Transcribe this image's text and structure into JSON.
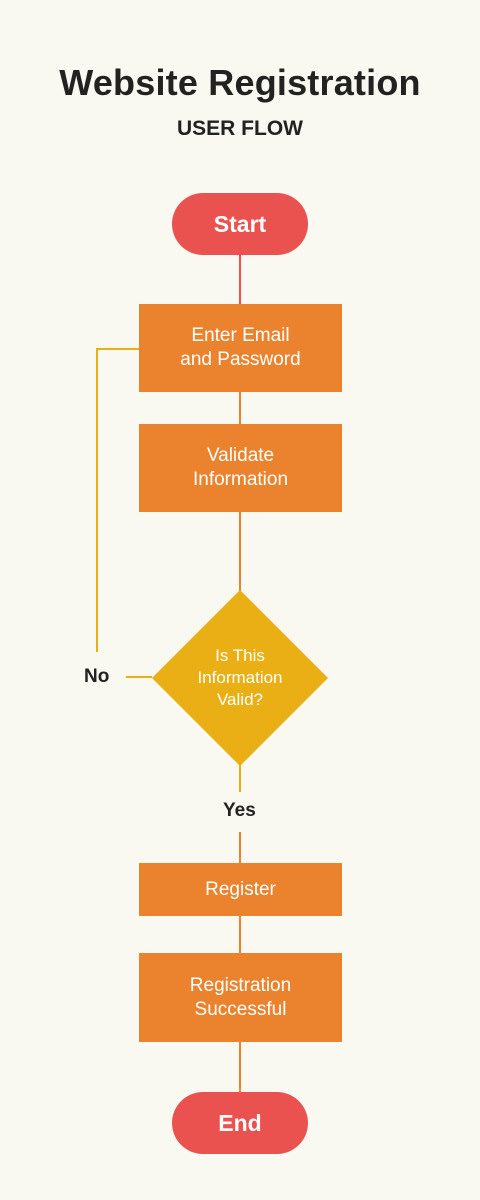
{
  "header": {
    "title": "Website Registration",
    "subtitle": "USER FLOW"
  },
  "flow": {
    "start": "Start",
    "enter_credentials": "Enter Email\nand Password",
    "validate": "Validate\nInformation",
    "decision": "Is This\nInformation\nValid?",
    "no_label": "No",
    "yes_label": "Yes",
    "register": "Register",
    "success": "Registration\nSuccessful",
    "end": "End"
  },
  "colors": {
    "background": "#f9f8f1",
    "terminal": "#e9524e",
    "process": "#eb832e",
    "decision": "#e9af14",
    "line_orange": "#eb832e",
    "line_red": "#e9524e",
    "line_yellow": "#e9af14"
  }
}
